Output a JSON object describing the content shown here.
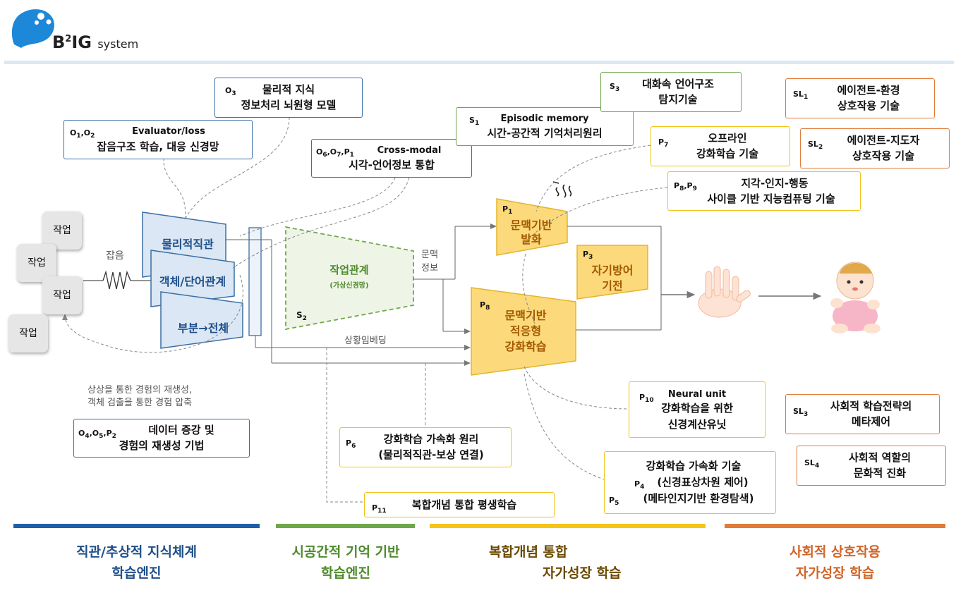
{
  "logo": {
    "main": "B",
    "super": "2",
    "rest": "IG",
    "suffix": "system"
  },
  "colors": {
    "blue": "#1f5fa8",
    "green": "#6ea84a",
    "yellow": "#f5c518",
    "orange": "#e07b39",
    "encoder": "#dbe7f4",
    "decoder": "#fcd97a"
  },
  "workers": [
    "작업",
    "작업",
    "작업",
    "작업"
  ],
  "noise_label": "잡음",
  "encoder": {
    "layer1": "물리적직관",
    "layer2": "객체/단어관계",
    "layer3": "부분→전체"
  },
  "task_relation": {
    "title": "작업관계",
    "subtitle": "(가상신경망)",
    "code": "S2"
  },
  "context_info": {
    "line1": "문맥",
    "line2": "정보"
  },
  "situation_embedding": "상황임베딩",
  "imagination_caption": {
    "line1": "상상을 통한 경험의 재생성,",
    "line2": "객체 검출을 통한 경험 압축"
  },
  "modules": {
    "p1": {
      "code": "P1",
      "line1": "문맥기반",
      "line2": "발화"
    },
    "p3": {
      "code": "P3",
      "line1": "자기방어",
      "line2": "기전"
    },
    "p8": {
      "code": "P8",
      "line1": "문맥기반",
      "line2": "적응형",
      "line3": "강화학습"
    }
  },
  "boxes": {
    "o3": {
      "code": "O3",
      "line1": "물리적 지식",
      "line2": "정보처리 뇌원형 모델"
    },
    "o1o2": {
      "code": "O1,O2",
      "head": "Evaluator/loss",
      "line2": "잡음구조 학습, 대응 신경망"
    },
    "o6o7p1": {
      "code": "O6,O7,P1",
      "head": "Cross-modal",
      "line2": "시각-언어정보 통합"
    },
    "s1": {
      "code": "S1",
      "head": "Episodic memory",
      "line2": "시간-공간적 기억처리원리"
    },
    "s3": {
      "code": "S3",
      "line1": "대화속 언어구조",
      "line2": "탐지기술"
    },
    "p7": {
      "code": "P7",
      "line1": "오프라인",
      "line2": "강화학습 기술"
    },
    "p8p9": {
      "code": "P8,P9",
      "line1": "지각-인지-행동",
      "line2": "사이클 기반 지능컴퓨팅 기술"
    },
    "sl1": {
      "code": "SL1",
      "line1": "에이전트-환경",
      "line2": "상호작용 기술"
    },
    "sl2": {
      "code": "SL2",
      "line1": "에이전트-지도자",
      "line2": "상호작용 기술"
    },
    "o4o5p2": {
      "code": "O4,O5,P2",
      "line1": "데이터 증강 및",
      "line2": "경험의 재생성 기법"
    },
    "p6": {
      "code": "P6",
      "line1": "강화학습 가속화 원리",
      "line2": "(물리적직관-보상 연결)"
    },
    "p10": {
      "code": "P10",
      "head": "Neural unit",
      "line2": "강화학습을 위한",
      "line3": "신경계산유닛"
    },
    "p4p5": {
      "line1": "강화학습 가속화 기술",
      "code4": "P4",
      "line2": "(신경표상차원 제어)",
      "code5": "P5",
      "line3": "(메타인지기반 환경탐색)"
    },
    "p11": {
      "code": "P11",
      "line1": "복합개념 통합 평생학습"
    },
    "sl3": {
      "code": "SL3",
      "line1": "사회적 학습전략의",
      "line2": "메타제어"
    },
    "sl4": {
      "code": "SL4",
      "line1": "사회적 역할의",
      "line2": "문화적 진화"
    }
  },
  "footer": {
    "col1": {
      "line1": "직관/추상적 지식체계",
      "line2": "학습엔진"
    },
    "col2": {
      "line1": "시공간적 기억 기반",
      "line2": "학습엔진"
    },
    "col3": {
      "line1": "복합개념 통합",
      "line2": "자가성장 학습"
    },
    "col4": {
      "line1": "사회적 상호작용",
      "line2": "자가성장 학습"
    }
  }
}
